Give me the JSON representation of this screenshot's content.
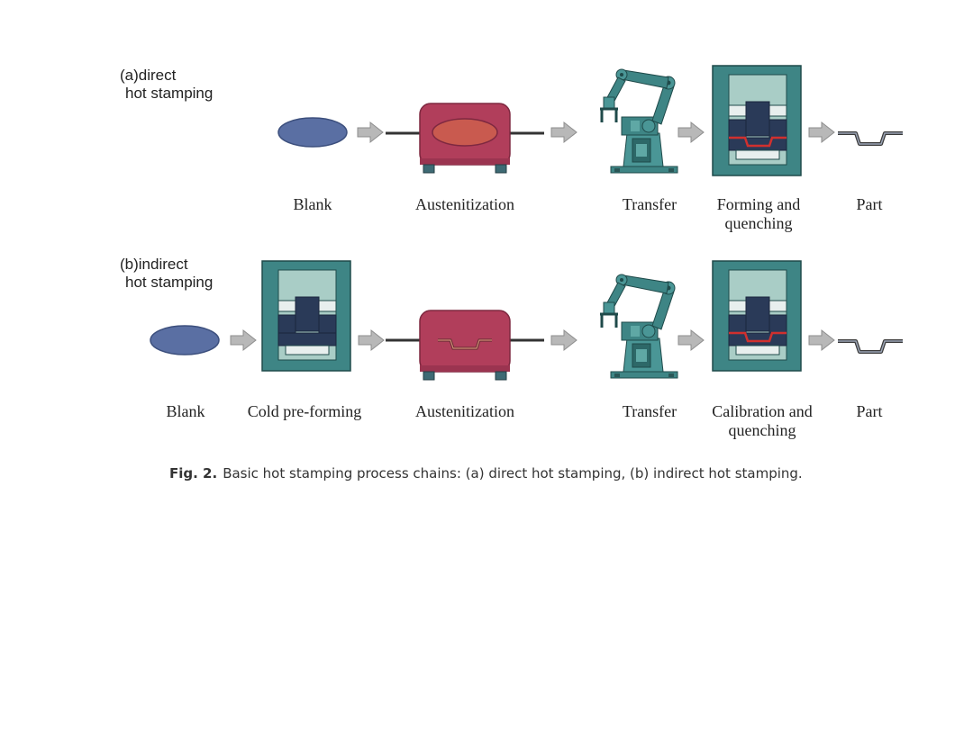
{
  "row_a": {
    "label_line1": "(a)direct",
    "label_line2": "hot stamping",
    "steps": [
      {
        "line1": "Blank",
        "line2": ""
      },
      {
        "line1": "Austenitization",
        "line2": ""
      },
      {
        "line1": "Transfer",
        "line2": ""
      },
      {
        "line1": "Forming and",
        "line2": "quenching"
      },
      {
        "line1": "Part",
        "line2": ""
      }
    ]
  },
  "row_b": {
    "label_line1": "(b)indirect",
    "label_line2": "hot stamping",
    "steps": [
      {
        "line1": "Blank",
        "line2": ""
      },
      {
        "line1": "Cold pre-forming",
        "line2": ""
      },
      {
        "line1": "Austenitization",
        "line2": ""
      },
      {
        "line1": "Transfer",
        "line2": ""
      },
      {
        "line1": "Calibration and",
        "line2": "quenching"
      },
      {
        "line1": "Part",
        "line2": ""
      }
    ]
  },
  "caption": {
    "fig": "Fig. 2.",
    "text": "Basic hot stamping process chains: (a) direct hot stamping, (b) indirect hot stamping."
  },
  "colors": {
    "blank": "#5a6fa3",
    "furnace": "#b13e5b",
    "teal": "#3e8585",
    "teal_light": "#a9cdc6",
    "navy": "#2a3a58",
    "arrow": "#b8b8b8",
    "red_hot": "#d0302e"
  },
  "icons": [
    "blank-icon",
    "furnace-icon",
    "robot-arm-icon",
    "press-icon",
    "part-icon",
    "arrow-right-icon"
  ]
}
